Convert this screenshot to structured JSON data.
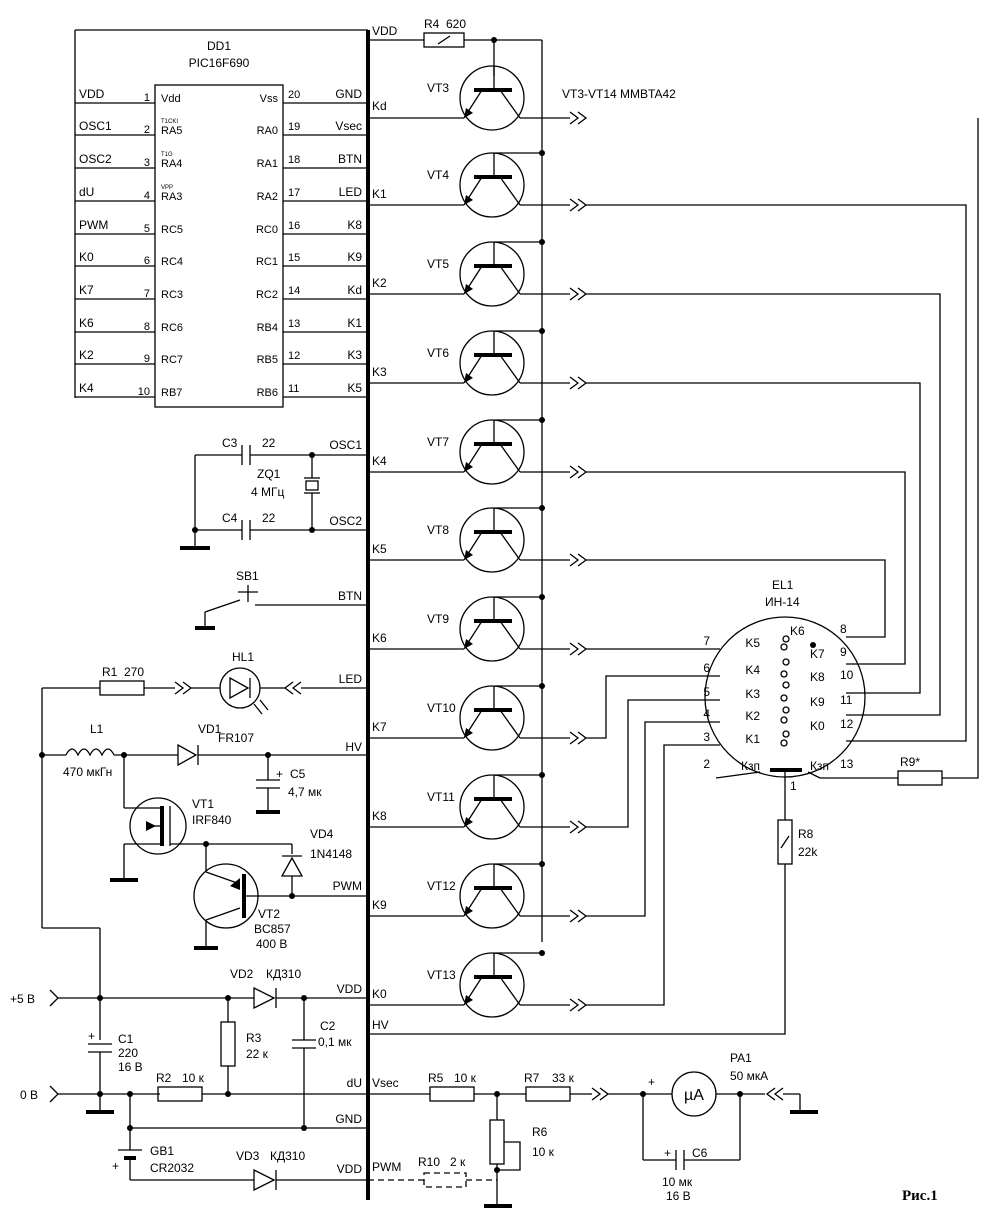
{
  "figure_label": "Рис.1",
  "ic": {
    "ref": "DD1",
    "part": "PIC16F690",
    "left_pins": [
      {
        "net": "VDD",
        "num": "1",
        "name": "Vdd",
        "alt": ""
      },
      {
        "net": "OSC1",
        "num": "2",
        "name": "RA5",
        "alt": "T1CKI"
      },
      {
        "net": "OSC2",
        "num": "3",
        "name": "RA4",
        "alt": "T1G"
      },
      {
        "net": "dU",
        "num": "4",
        "name": "RA3",
        "alt": "VPP"
      },
      {
        "net": "PWM",
        "num": "5",
        "name": "RC5",
        "alt": ""
      },
      {
        "net": "K0",
        "num": "6",
        "name": "RC4",
        "alt": ""
      },
      {
        "net": "K7",
        "num": "7",
        "name": "RC3",
        "alt": ""
      },
      {
        "net": "K6",
        "num": "8",
        "name": "RC6",
        "alt": ""
      },
      {
        "net": "K2",
        "num": "9",
        "name": "RC7",
        "alt": ""
      },
      {
        "net": "K4",
        "num": "10",
        "name": "RB7",
        "alt": ""
      }
    ],
    "right_pins": [
      {
        "net": "GND",
        "num": "20",
        "name": "Vss"
      },
      {
        "net": "Vsec",
        "num": "19",
        "name": "RA0"
      },
      {
        "net": "BTN",
        "num": "18",
        "name": "RA1"
      },
      {
        "net": "LED",
        "num": "17",
        "name": "RA2"
      },
      {
        "net": "K8",
        "num": "16",
        "name": "RC0"
      },
      {
        "net": "K9",
        "num": "15",
        "name": "RC1"
      },
      {
        "net": "Kd",
        "num": "14",
        "name": "RC2"
      },
      {
        "net": "K1",
        "num": "13",
        "name": "RB4"
      },
      {
        "net": "K3",
        "num": "12",
        "name": "RB5"
      },
      {
        "net": "K5",
        "num": "11",
        "name": "RB6"
      }
    ]
  },
  "bus_left_labels": [
    "OSC1",
    "OSC2",
    "BTN",
    "LED",
    "HV",
    "PWM",
    "VDD",
    "GND",
    "dU",
    "VDD"
  ],
  "bus_right_labels": [
    "VDD",
    "Kd",
    "K1",
    "K2",
    "K3",
    "K4",
    "K5",
    "K6",
    "K7",
    "K8",
    "K9",
    "K0",
    "HV",
    "Vsec",
    "PWM"
  ],
  "transistors": {
    "names": [
      "VT3",
      "VT4",
      "VT5",
      "VT6",
      "VT7",
      "VT8",
      "VT9",
      "VT10",
      "VT11",
      "VT12",
      "VT13"
    ],
    "note": "VT3-VT14 MMBTA42"
  },
  "components": {
    "r4": {
      "ref": "R4",
      "value": "620"
    },
    "c3": {
      "ref": "C3",
      "value": "22"
    },
    "c4": {
      "ref": "C4",
      "value": "22"
    },
    "zq1": {
      "ref": "ZQ1",
      "value": "4 МГц"
    },
    "sb1": {
      "ref": "SB1"
    },
    "r1": {
      "ref": "R1",
      "value": "270"
    },
    "hl1": {
      "ref": "HL1"
    },
    "l1": {
      "ref": "L1",
      "value": "470 мкГн"
    },
    "vd1": {
      "ref": "VD1",
      "part": "FR107"
    },
    "c5": {
      "ref": "C5",
      "value": "4,7 мк"
    },
    "vt1": {
      "ref": "VT1",
      "part": "IRF840"
    },
    "vd4": {
      "ref": "VD4",
      "part": "1N4148"
    },
    "vt2": {
      "ref": "VT2",
      "part": "BC857",
      "rating": "400 В"
    },
    "vd2": {
      "ref": "VD2",
      "part": "КД310"
    },
    "r3": {
      "ref": "R3",
      "value": "22 к"
    },
    "c2": {
      "ref": "C2",
      "value": "0,1 мк"
    },
    "c1": {
      "ref": "C1",
      "value": "220",
      "rating": "16 В"
    },
    "r2": {
      "ref": "R2",
      "value": "10 к"
    },
    "gb1": {
      "ref": "GB1",
      "part": "CR2032"
    },
    "vd3": {
      "ref": "VD3",
      "part": "КД310"
    },
    "r5": {
      "ref": "R5",
      "value": "10 к"
    },
    "r7": {
      "ref": "R7",
      "value": "33 к"
    },
    "r6": {
      "ref": "R6",
      "value": "10 к"
    },
    "r10": {
      "ref": "R10",
      "value": "2 к"
    },
    "pa1": {
      "ref": "PA1",
      "value": "50 мкА",
      "symbol": "µA"
    },
    "c6": {
      "ref": "C6",
      "value": "10 мк",
      "rating": "16 В"
    },
    "r8": {
      "ref": "R8",
      "value": "22k"
    },
    "r9": {
      "ref": "R9*"
    }
  },
  "power": {
    "plus5": "+5 В",
    "zero": "0 В",
    "plus": "+",
    "minus": "–"
  },
  "tube": {
    "ref": "EL1",
    "part": "ИН-14",
    "left_pins": [
      {
        "num": "7",
        "label": "K5"
      },
      {
        "num": "6",
        "label": "K4"
      },
      {
        "num": "5",
        "label": "K3"
      },
      {
        "num": "4",
        "label": "K2"
      },
      {
        "num": "3",
        "label": "K1"
      },
      {
        "num": "2",
        "label": "Кзп"
      }
    ],
    "right_pins": [
      {
        "num": "8",
        "label": "K6"
      },
      {
        "num": "9",
        "label": "K7"
      },
      {
        "num": "10",
        "label": "K8"
      },
      {
        "num": "11",
        "label": "K9"
      },
      {
        "num": "12",
        "label": "K0"
      },
      {
        "num": "13",
        "label": "Кзп"
      }
    ],
    "anode_pin": "1"
  }
}
